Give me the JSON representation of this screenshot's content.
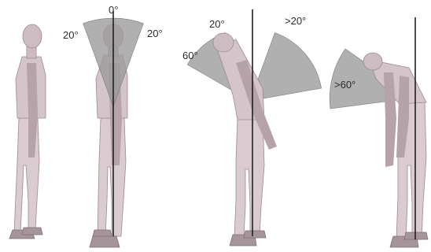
{
  "figures": [
    {
      "id": "neutral",
      "labels": []
    },
    {
      "id": "slight",
      "labels": [
        "0°",
        "20°",
        "20°"
      ]
    },
    {
      "id": "moderate",
      "labels": [
        "20°",
        "60°",
        ">20°"
      ]
    },
    {
      "id": "severe",
      "labels": [
        ">60°"
      ]
    }
  ],
  "colors": {
    "sector": "#9a9a9a",
    "reference_line": "#1f1f1f",
    "mannequin": "#cdbcc1"
  }
}
